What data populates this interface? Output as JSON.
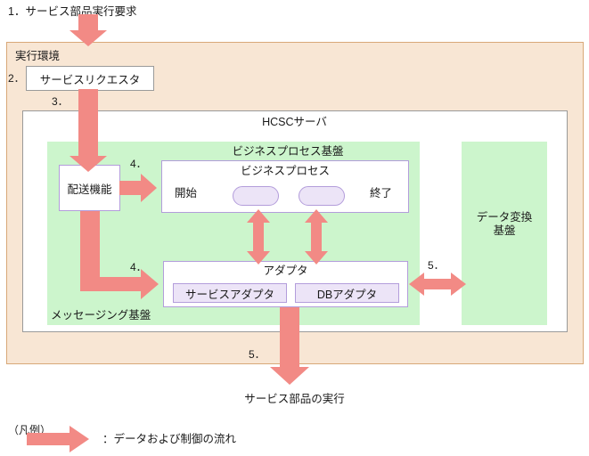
{
  "diagram": {
    "title_top": "1．サービス部品実行要求",
    "bottom_label": "サービス部品の実行",
    "arrow_color": "#f28a85",
    "green_color": "#ccf5cc",
    "beige_color": "#f8e6d4",
    "purple_color": "#b39ddb"
  },
  "exec_env": {
    "label": "実行環境",
    "step2_num": "2．",
    "service_requester": "サービスリクエスタ",
    "step3_num": "3．"
  },
  "hcsc": {
    "title": "HCSCサーバ",
    "messaging_base": "メッセージング基盤",
    "delivery_function": "配送機能",
    "bp_base": "ビジネスプロセス基盤",
    "bp_box_title": "ビジネスプロセス",
    "bp_start": "開始",
    "bp_end": "終了",
    "adapter_title": "アダプタ",
    "service_adapter": "サービスアダプタ",
    "db_adapter": "DBアダプタ",
    "data_transform_base": "データ変換\n基盤",
    "data_transform_line1": "データ変換",
    "data_transform_line2": "基盤"
  },
  "steps": {
    "n4a": "4．",
    "n4b": "4．",
    "n5a": "5．",
    "n5b": "5．"
  },
  "legend": {
    "title": "（凡例）",
    "arrow_desc": "：データおよび制御の流れ"
  }
}
